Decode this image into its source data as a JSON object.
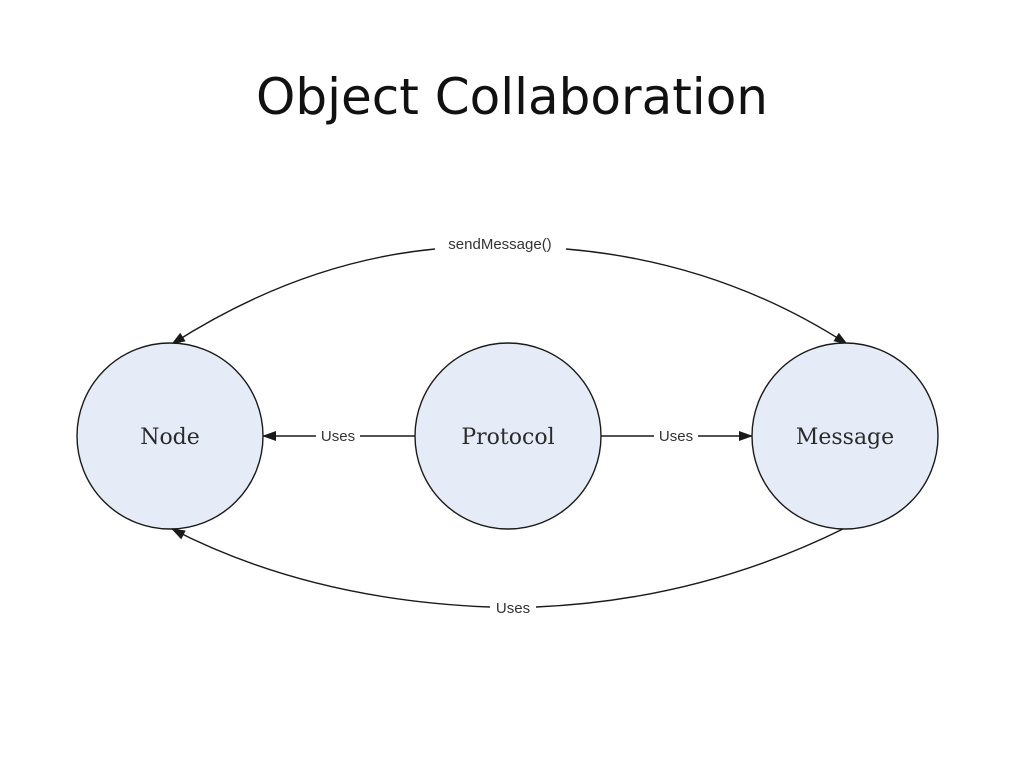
{
  "slide": {
    "title": "Object Collaboration"
  },
  "diagram": {
    "nodes": [
      {
        "id": "node",
        "label": "Node"
      },
      {
        "id": "protocol",
        "label": "Protocol"
      },
      {
        "id": "message",
        "label": "Message"
      }
    ],
    "edges": [
      {
        "id": "protocol-node",
        "from": "protocol",
        "to": "node",
        "label": "Uses"
      },
      {
        "id": "protocol-message",
        "from": "protocol",
        "to": "message",
        "label": "Uses"
      },
      {
        "id": "send-message",
        "from": "node",
        "to": "message",
        "label": "sendMessage()"
      },
      {
        "id": "message-node",
        "from": "message",
        "to": "node",
        "label": "Uses"
      }
    ],
    "colors": {
      "node_fill": "#e6ecf7",
      "stroke": "#1a1a1a"
    }
  }
}
